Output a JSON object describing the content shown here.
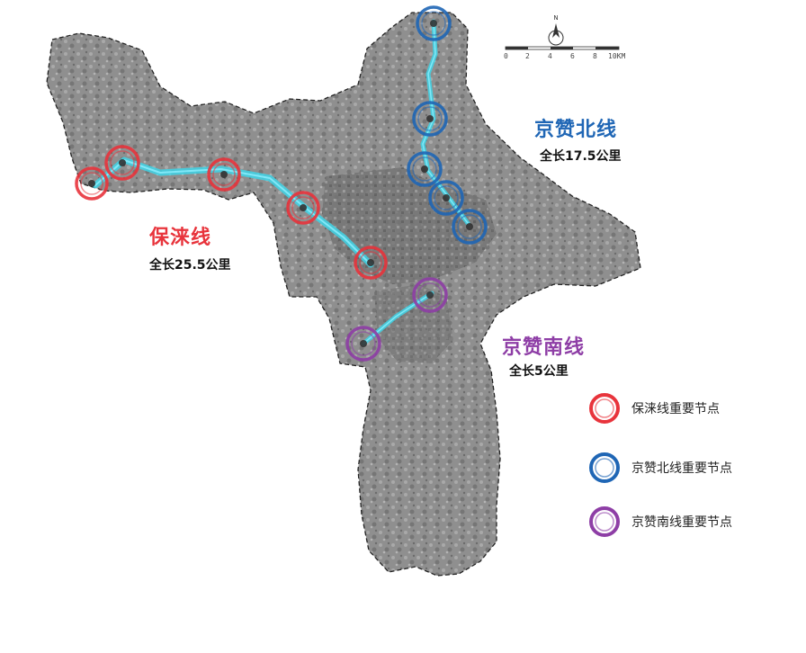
{
  "routes": {
    "baolai": {
      "name": "保涞线",
      "length": "全长25.5公里",
      "color": "#e8343c"
    },
    "jingzan_north": {
      "name": "京赞北线",
      "length": "全长17.5公里",
      "color": "#1f66b5"
    },
    "jingzan_south": {
      "name": "京赞南线",
      "length": "全长5公里",
      "color": "#8e3ea6"
    }
  },
  "legend": [
    {
      "label": "保涞线重要节点",
      "color": "#e8343c",
      "icon": "red-ring-icon"
    },
    {
      "label": "京赞北线重要节点",
      "color": "#1f66b5",
      "icon": "blue-ring-icon"
    },
    {
      "label": "京赞南线重要节点",
      "color": "#8e3ea6",
      "icon": "purple-ring-icon"
    }
  ],
  "scale_bar": {
    "ticks": [
      "0",
      "2",
      "4",
      "6",
      "8",
      "10KM"
    ]
  },
  "north_arrow": {
    "label": "N"
  },
  "colors": {
    "trail": "#3fd3e6",
    "terrain": "#8c8c8c",
    "boundary": "#222222"
  }
}
